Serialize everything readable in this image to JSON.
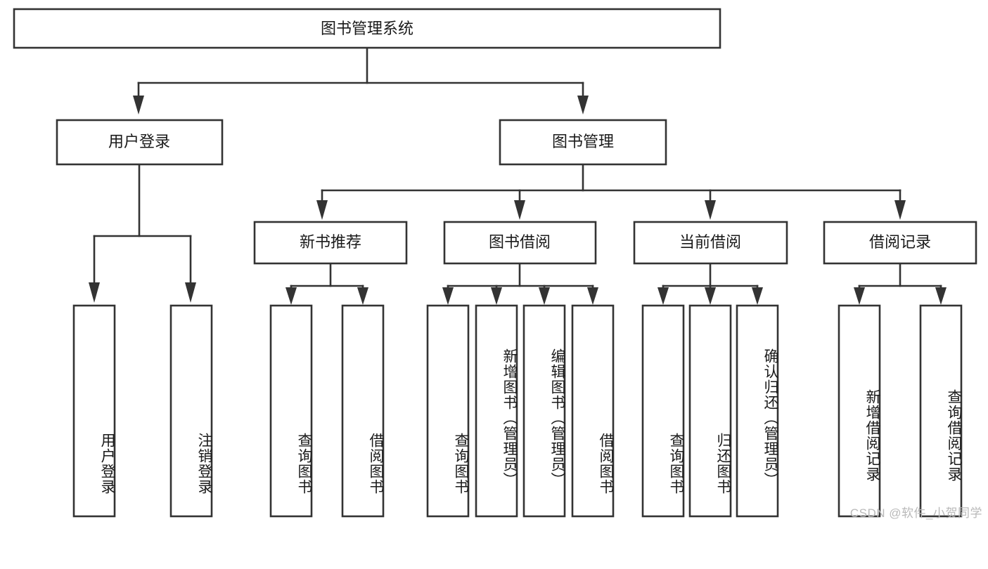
{
  "diagram": {
    "title": "图书管理系统",
    "watermark": "CSDN @软件_小贺同学",
    "colors": {
      "stroke": "#333333",
      "fill": "#ffffff",
      "text": "#1a1a1a",
      "watermark": "#b9b9b9"
    },
    "root": {
      "label": "图书管理系统"
    },
    "level2": [
      {
        "label": "用户登录"
      },
      {
        "label": "图书管理"
      }
    ],
    "level3": [
      {
        "label": "新书推荐"
      },
      {
        "label": "图书借阅"
      },
      {
        "label": "当前借阅"
      },
      {
        "label": "借阅记录"
      }
    ],
    "leaves": {
      "user_login": [
        {
          "label": "用户登录"
        },
        {
          "label": "注销登录"
        }
      ],
      "new_book": [
        {
          "label": "查询图书"
        },
        {
          "label": "借阅图书"
        }
      ],
      "book_borrow": [
        {
          "label": "查询图书"
        },
        {
          "label": "新增图书（管理员）"
        },
        {
          "label": "编辑图书（管理员）"
        },
        {
          "label": "借阅图书"
        }
      ],
      "current_borrow": [
        {
          "label": "查询图书"
        },
        {
          "label": "归还图书"
        },
        {
          "label": "确认归还（管理员）"
        }
      ],
      "borrow_record": [
        {
          "label": "新增借阅记录"
        },
        {
          "label": "查询借阅记录"
        }
      ]
    }
  }
}
